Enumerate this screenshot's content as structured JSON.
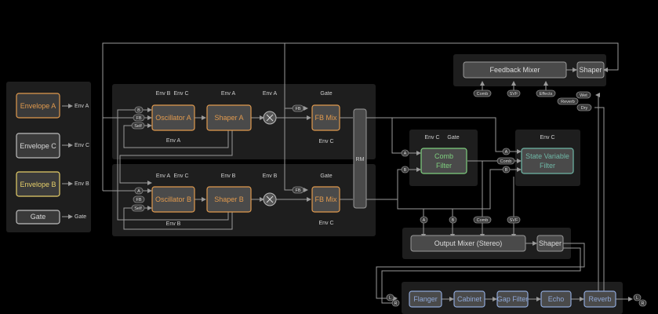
{
  "colors": {
    "background": "#000000",
    "panel": "#1e1e1e",
    "orange": "#e19a4e",
    "white": "#d8d8d8",
    "yellow": "#e6cf6a",
    "green": "#7fd07f",
    "teal": "#6fb7a6",
    "blue": "#8fa8d8",
    "wire": "#9a9a9a"
  },
  "sources": {
    "envelope_a": "Envelope A",
    "envelope_c": "Envelope C",
    "envelope_b": "Envelope B",
    "gate": "Gate",
    "out_env_a": "Env A",
    "out_env_c": "Env C",
    "out_env_b": "Env B",
    "out_gate": "Gate"
  },
  "voice_a": {
    "oscillator": "Oscillator A",
    "shaper": "Shaper A",
    "fb_mix": "FB Mix",
    "osc_mods": [
      "Env B",
      "Env C"
    ],
    "osc_bottom_mod": "Env A",
    "shaper_mod": "Env A",
    "multiplier_mod": "Env A",
    "fbmix_top_mod": "Gate",
    "fbmix_bottom_mod": "Env C",
    "inputs": [
      "B",
      "FB",
      "Self"
    ],
    "fb_tag": "FB"
  },
  "voice_b": {
    "oscillator": "Oscillator B",
    "shaper": "Shaper B",
    "fb_mix": "FB Mix",
    "osc_mods": [
      "Env A",
      "Env C"
    ],
    "osc_bottom_mod": "Env B",
    "shaper_mod": "Env B",
    "multiplier_mod": "Env B",
    "fbmix_top_mod": "Gate",
    "fbmix_bottom_mod": "Env C",
    "inputs": [
      "A",
      "FB",
      "Self"
    ],
    "fb_tag": "FB"
  },
  "rm": "RM",
  "comb_filter": {
    "label_line1": "Comb",
    "label_line2": "Filter",
    "mods": [
      "Env C",
      "Gate"
    ],
    "inputs": [
      "A",
      "B"
    ]
  },
  "svf": {
    "label_line1": "State Variable",
    "label_line2": "Filter",
    "mod": "Env C",
    "inputs": [
      "A",
      "Comb",
      "B"
    ]
  },
  "feedback_mixer": {
    "label": "Feedback Mixer",
    "shaper": "Shaper",
    "tags": [
      "Comb",
      "SVF",
      "Effects"
    ],
    "return_tags": [
      "Wet",
      "Reverb",
      "Dry"
    ]
  },
  "output_mixer": {
    "label": "Output Mixer (Stereo)",
    "shaper": "Shaper",
    "inputs": [
      "A",
      "B",
      "Comb",
      "SVF"
    ]
  },
  "effects": {
    "chain": [
      "Flanger",
      "Cabinet",
      "Gap Filter",
      "Echo",
      "Reverb"
    ],
    "inputs": [
      "L",
      "R"
    ],
    "outputs": [
      "L",
      "R"
    ]
  }
}
